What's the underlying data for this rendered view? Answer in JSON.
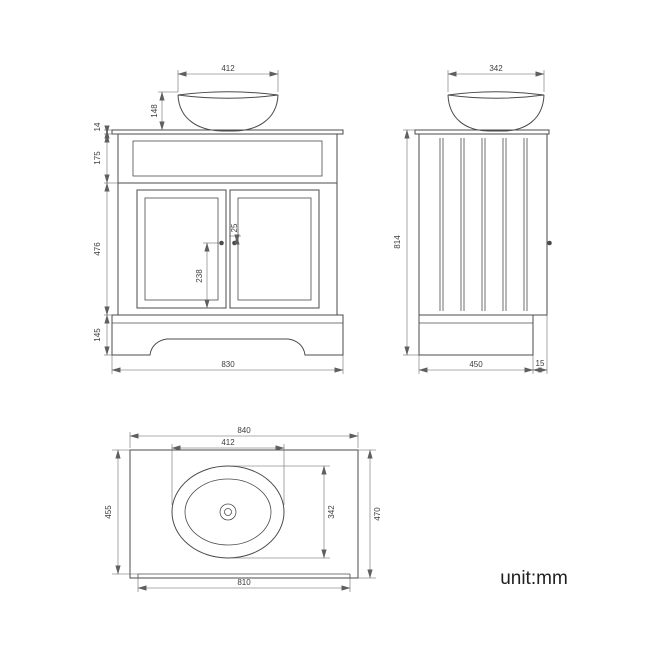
{
  "unit_label": "unit:mm",
  "front_view": {
    "basin_width": "412",
    "basin_height": "148",
    "countertop_thickness": "14",
    "drawer_height": "175",
    "door_height": "476",
    "plinth_height": "145",
    "overall_width": "830",
    "handle_offset": "25",
    "handle_to_door_bottom": "238"
  },
  "side_view": {
    "basin_width": "342",
    "overall_height": "814",
    "base_depth": "450",
    "back_offset": "15"
  },
  "plan_view": {
    "overall_width": "840",
    "basin_width": "412",
    "left_depth": "455",
    "basin_depth": "342",
    "overall_depth": "470",
    "cabinet_width": "810"
  }
}
